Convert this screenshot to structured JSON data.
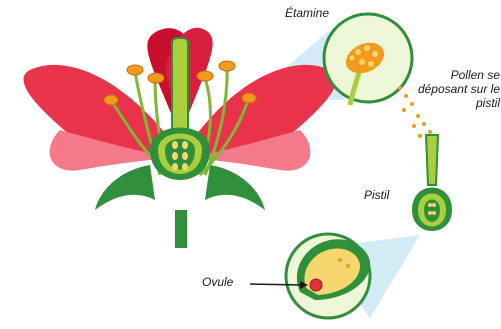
{
  "labels": {
    "etamine": "Étamine",
    "pollen": "Pollen se déposant sur le pistil",
    "pistil": "Pistil",
    "ovule": "Ovule"
  },
  "colors": {
    "petal": "#e8334a",
    "petal_dark": "#c8102e",
    "petal_light": "#f47a8a",
    "green": "#2f8f3a",
    "green_dark": "#1f6b2a",
    "green_light": "#a9cf3c",
    "yellow": "#f5d76e",
    "orange": "#f29a1c",
    "callout_bg": "#eef6d8",
    "callout_beam": "#bfe3ef",
    "ovule_red": "#e0303a"
  }
}
